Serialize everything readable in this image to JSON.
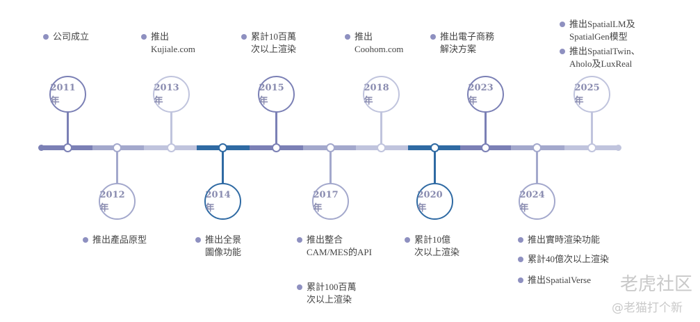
{
  "colors": {
    "dark": "#7b80b5",
    "mid": "#a3a8cc",
    "light": "#c0c4dd",
    "blue": "#2f6aa3",
    "bullet": "#8e90c0"
  },
  "milestones": [
    {
      "year": "2011年",
      "tone": "dark",
      "side": "top",
      "items": [
        [
          "公司成立"
        ]
      ]
    },
    {
      "year": "2012年",
      "tone": "mid",
      "side": "bottom",
      "items": [
        [
          "推出產品原型"
        ]
      ]
    },
    {
      "year": "2013年",
      "tone": "light",
      "side": "top",
      "items": [
        [
          "推出",
          "Kujiale.com"
        ]
      ]
    },
    {
      "year": "2014年",
      "tone": "blue",
      "side": "bottom",
      "items": [
        [
          "推出全景",
          "圖像功能"
        ]
      ]
    },
    {
      "year": "2015年",
      "tone": "dark",
      "side": "top",
      "items": [
        [
          "累計10百萬",
          "次以上渲染"
        ]
      ]
    },
    {
      "year": "2017年",
      "tone": "mid",
      "side": "bottom",
      "items": [
        [
          "推出整合",
          "CAM/MES的API"
        ],
        [
          "累計100百萬",
          "次以上渲染"
        ]
      ]
    },
    {
      "year": "2018年",
      "tone": "light",
      "side": "top",
      "items": [
        [
          "推出",
          "Coohom.com"
        ]
      ]
    },
    {
      "year": "2020年",
      "tone": "blue",
      "side": "bottom",
      "items": [
        [
          "累計10億",
          "次以上渲染"
        ]
      ]
    },
    {
      "year": "2023年",
      "tone": "dark",
      "side": "top",
      "items": [
        [
          "推出電子商務",
          "解決方案"
        ]
      ]
    },
    {
      "year": "2024年",
      "tone": "mid",
      "side": "bottom",
      "items": [
        [
          "推出實時渲染功能"
        ],
        [
          "累計40億次以上渲染"
        ],
        [
          "推出SpatialVerse"
        ]
      ]
    },
    {
      "year": "2025年",
      "tone": "light",
      "side": "top",
      "items": [
        [
          "推出SpatialLM及",
          "SpatialGen模型"
        ],
        [
          "推出SpatialTwin、",
          "Aholo及LuxReal"
        ]
      ]
    }
  ],
  "watermark": {
    "brand": "老虎社区",
    "handle": "@老猫打个新"
  }
}
